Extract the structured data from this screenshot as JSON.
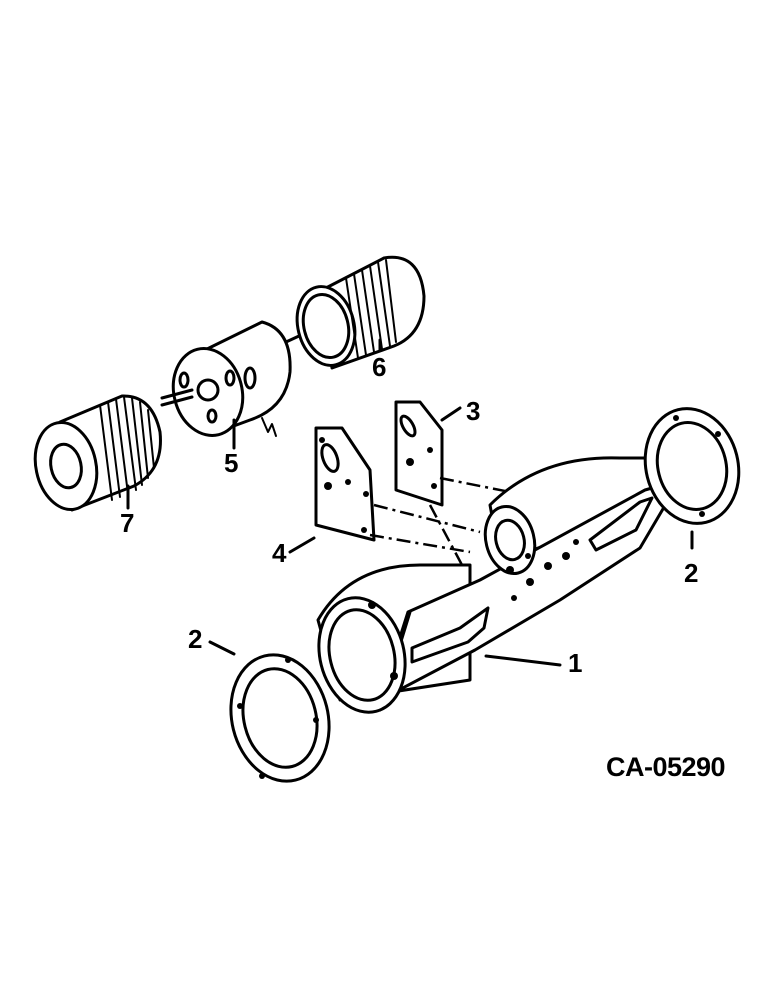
{
  "callouts": [
    "1",
    "2",
    "2",
    "3",
    "4",
    "5",
    "6",
    "7"
  ],
  "figure_code": "CA-05290"
}
